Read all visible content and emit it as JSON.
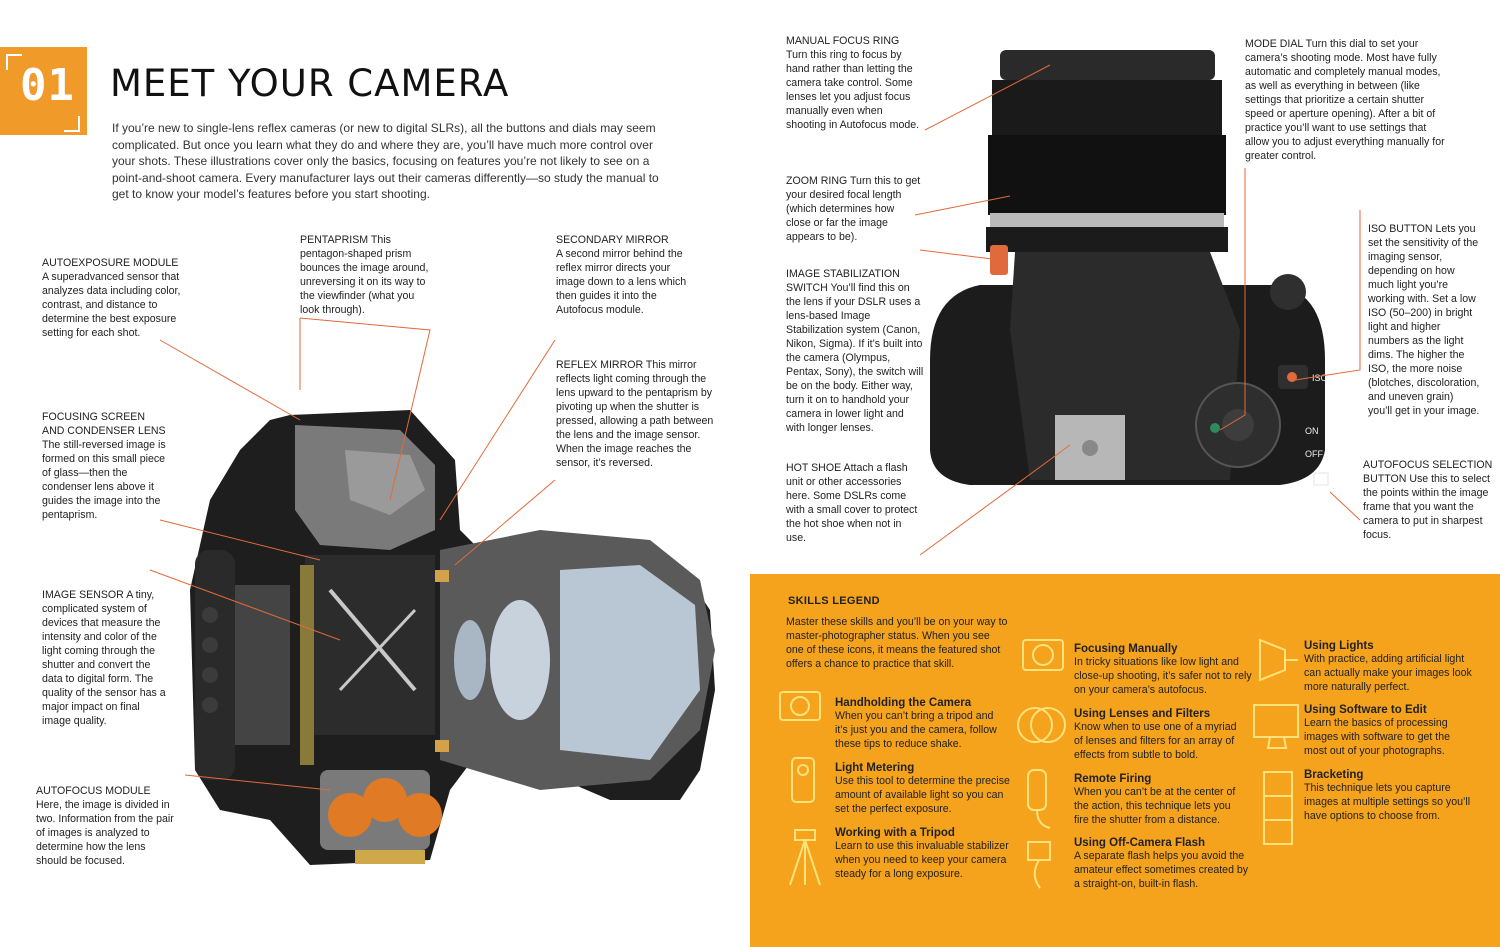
{
  "chapter": {
    "number": "01",
    "title": "MEET YOUR CAMERA"
  },
  "intro": "If you’re new to single-lens reflex cameras (or new to digital SLRs), all the buttons and dials may seem complicated. But once you learn what they do and where they are, you’ll have much more control over your shots. These illustrations cover only the basics, focusing on features you’re not likely to see on a point-and-shoot camera. Every manufacturer lays out their cameras differently—so study the manual to get to know your model’s features before you start shooting.",
  "colors": {
    "accent": "#f09a2a",
    "leader": "#e06a3b",
    "legend_bg": "#f5a31d",
    "icon": "#ffe27a"
  },
  "callouts": {
    "autoexposure": {
      "head": "AUTOEXPOSURE MODULE",
      "body": "A superadvanced sensor that analyzes data including color, contrast, and distance to determine the best exposure setting for each shot."
    },
    "pentaprism": {
      "head": "PENTAPRISM",
      "body": "This pentagon-shaped prism bounces the image around, unreversing it on its way to the viewfinder (what you look through)."
    },
    "secondary_mirror": {
      "head": "SECONDARY MIRROR",
      "body": "A second mirror behind the reflex mirror directs your image down to a lens which then guides it into the Autofocus module."
    },
    "reflex_mirror": {
      "head": "REFLEX MIRROR",
      "body": "This mirror reflects light coming through the lens upward to the pentaprism by pivoting up when the shutter is pressed, allowing a path between the lens and the image sensor. When the image reaches the sensor, it’s reversed."
    },
    "focusing_screen": {
      "head": "FOCUSING SCREEN AND CONDENSER LENS",
      "body": "The still-reversed image is formed on this small piece of glass—then the condenser lens above it guides the image into the pentaprism."
    },
    "image_sensor": {
      "head": "IMAGE SENSOR",
      "body": "A tiny, complicated system of devices that measure the intensity and color of the light coming through the shutter and convert the data to digital form. The quality of the sensor has a major impact on final image quality."
    },
    "autofocus_module": {
      "head": "AUTOFOCUS MODULE",
      "body": "Here, the image is divided in two. Information from the pair of images is analyzed to determine how the lens should be focused."
    },
    "manual_focus_ring": {
      "head": "MANUAL FOCUS RING",
      "body": "Turn this ring to focus by hand rather than letting the camera take control. Some lenses let you adjust focus manually even when shooting in Autofocus mode."
    },
    "zoom_ring": {
      "head": "ZOOM RING",
      "body": "Turn this to get your desired focal length (which determines how close or far the image appears to be)."
    },
    "image_stabilization": {
      "head": "IMAGE STABILIZATION SWITCH",
      "body": "You’ll find this on the lens if your DSLR uses a lens-based Image Stabilization system (Canon, Nikon, Sigma). If it’s built into the camera (Olympus, Pentax, Sony), the switch will be on the body. Either way, turn it on to handhold your camera in lower light and with longer lenses."
    },
    "hot_shoe": {
      "head": "HOT SHOE",
      "body": "Attach a flash unit or other accessories here. Some DSLRs come with a small cover to protect the hot shoe when not in use."
    },
    "mode_dial": {
      "head": "MODE DIAL",
      "body": "Turn this dial to set your camera’s shooting mode. Most have fully automatic and completely manual modes, as well as everything in between (like settings that prioritize a certain shutter speed or aperture opening). After a bit of practice you’ll want to use settings that allow you to adjust everything manually for greater control."
    },
    "iso_button": {
      "head": "ISO BUTTON",
      "body": "Lets you set the sensitivity of the imaging sensor, depending on how much light you’re working with. Set a low ISO (50–200) in bright light and higher numbers as the light dims. The higher the ISO, the more noise (blotches, discoloration, and uneven grain) you’ll get in your image."
    },
    "af_selection": {
      "head": "AUTOFOCUS SELECTION BUTTON",
      "body": "Use this to select the points within the image frame that you want the camera to put in sharpest focus."
    }
  },
  "camera_labels": {
    "iso": "ISO",
    "on": "ON",
    "off": "OFF"
  },
  "legend": {
    "title": "SKILLS LEGEND",
    "intro": "Master these skills and you’ll be on your way to master-photographer status. When you see one of these icons, it means the featured shot offers a chance to practice that skill.",
    "skills": [
      {
        "icon": "hand-camera-icon",
        "name": "Handholding the Camera",
        "desc": "When you can’t bring a tripod and it’s just you and the camera, follow these tips to reduce shake."
      },
      {
        "icon": "light-meter-icon",
        "name": "Light Metering",
        "desc": "Use this tool to determine the precise amount of available light so you can set the perfect exposure."
      },
      {
        "icon": "tripod-icon",
        "name": "Working with a Tripod",
        "desc": "Learn to use this invaluable stabilizer when you need to keep your camera steady for a long exposure."
      },
      {
        "icon": "focus-hand-icon",
        "name": "Focusing Manually",
        "desc": "In tricky situations like low light and close-up shooting, it’s safer not to rely on your camera’s autofocus."
      },
      {
        "icon": "lens-filter-icon",
        "name": "Using Lenses and Filters",
        "desc": "Know when to use one of a myriad of lenses and filters for an array of effects from subtle to bold."
      },
      {
        "icon": "remote-icon",
        "name": "Remote Firing",
        "desc": "When you can’t be at the center of the action, this technique lets you fire the shutter from a distance."
      },
      {
        "icon": "flash-cord-icon",
        "name": "Using Off-Camera Flash",
        "desc": "A separate flash helps you avoid the amateur effect sometimes created by a straight-on, built-in flash."
      },
      {
        "icon": "studio-light-icon",
        "name": "Using Lights",
        "desc": "With practice, adding artificial light can actually make your images look more naturally perfect."
      },
      {
        "icon": "monitor-icon",
        "name": "Using Software to Edit",
        "desc": "Learn the basics of processing images with software to get the most out of your photographs."
      },
      {
        "icon": "bracket-frames-icon",
        "name": "Bracketing",
        "desc": "This technique lets you capture images at multiple settings so you’ll have options to choose from."
      }
    ]
  }
}
